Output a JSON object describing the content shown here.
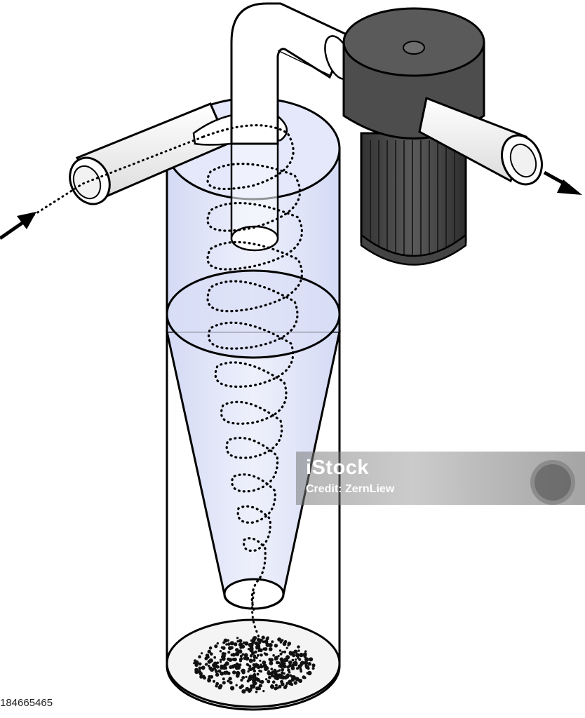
{
  "image": {
    "subject": "cyclone-separator",
    "accent_colors": {
      "chamber_fill": "#dfe4f8",
      "fan_body": "#4a4a4a",
      "fan_fins": "#3a3a3a",
      "pipe_fill": "#ffffff",
      "outline": "#000000"
    }
  },
  "watermark": {
    "logo_text": "iStock",
    "credit_text": "Credit: ZernLiew"
  },
  "image_id": "184665465"
}
